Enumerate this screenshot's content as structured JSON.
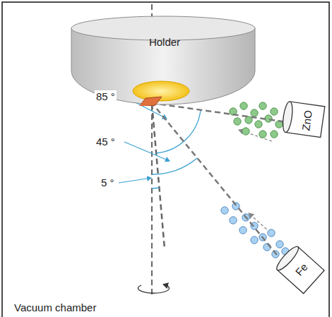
{
  "diagram": {
    "nodes": [
      {
        "text": [
          "Holder"
        ]
      },
      {
        "text": [
          "ZnO"
        ]
      },
      {
        "text": [
          "Fe"
        ]
      }
    ],
    "edges": [
      {
        "from": 1,
        "to": 0,
        "arrow": "none"
      },
      {
        "from": 2,
        "to": 0,
        "arrow": "none"
      }
    ],
    "labels": [
      "85 °",
      "45 °",
      "5 °",
      "Vacuum chamber"
    ]
  }
}
